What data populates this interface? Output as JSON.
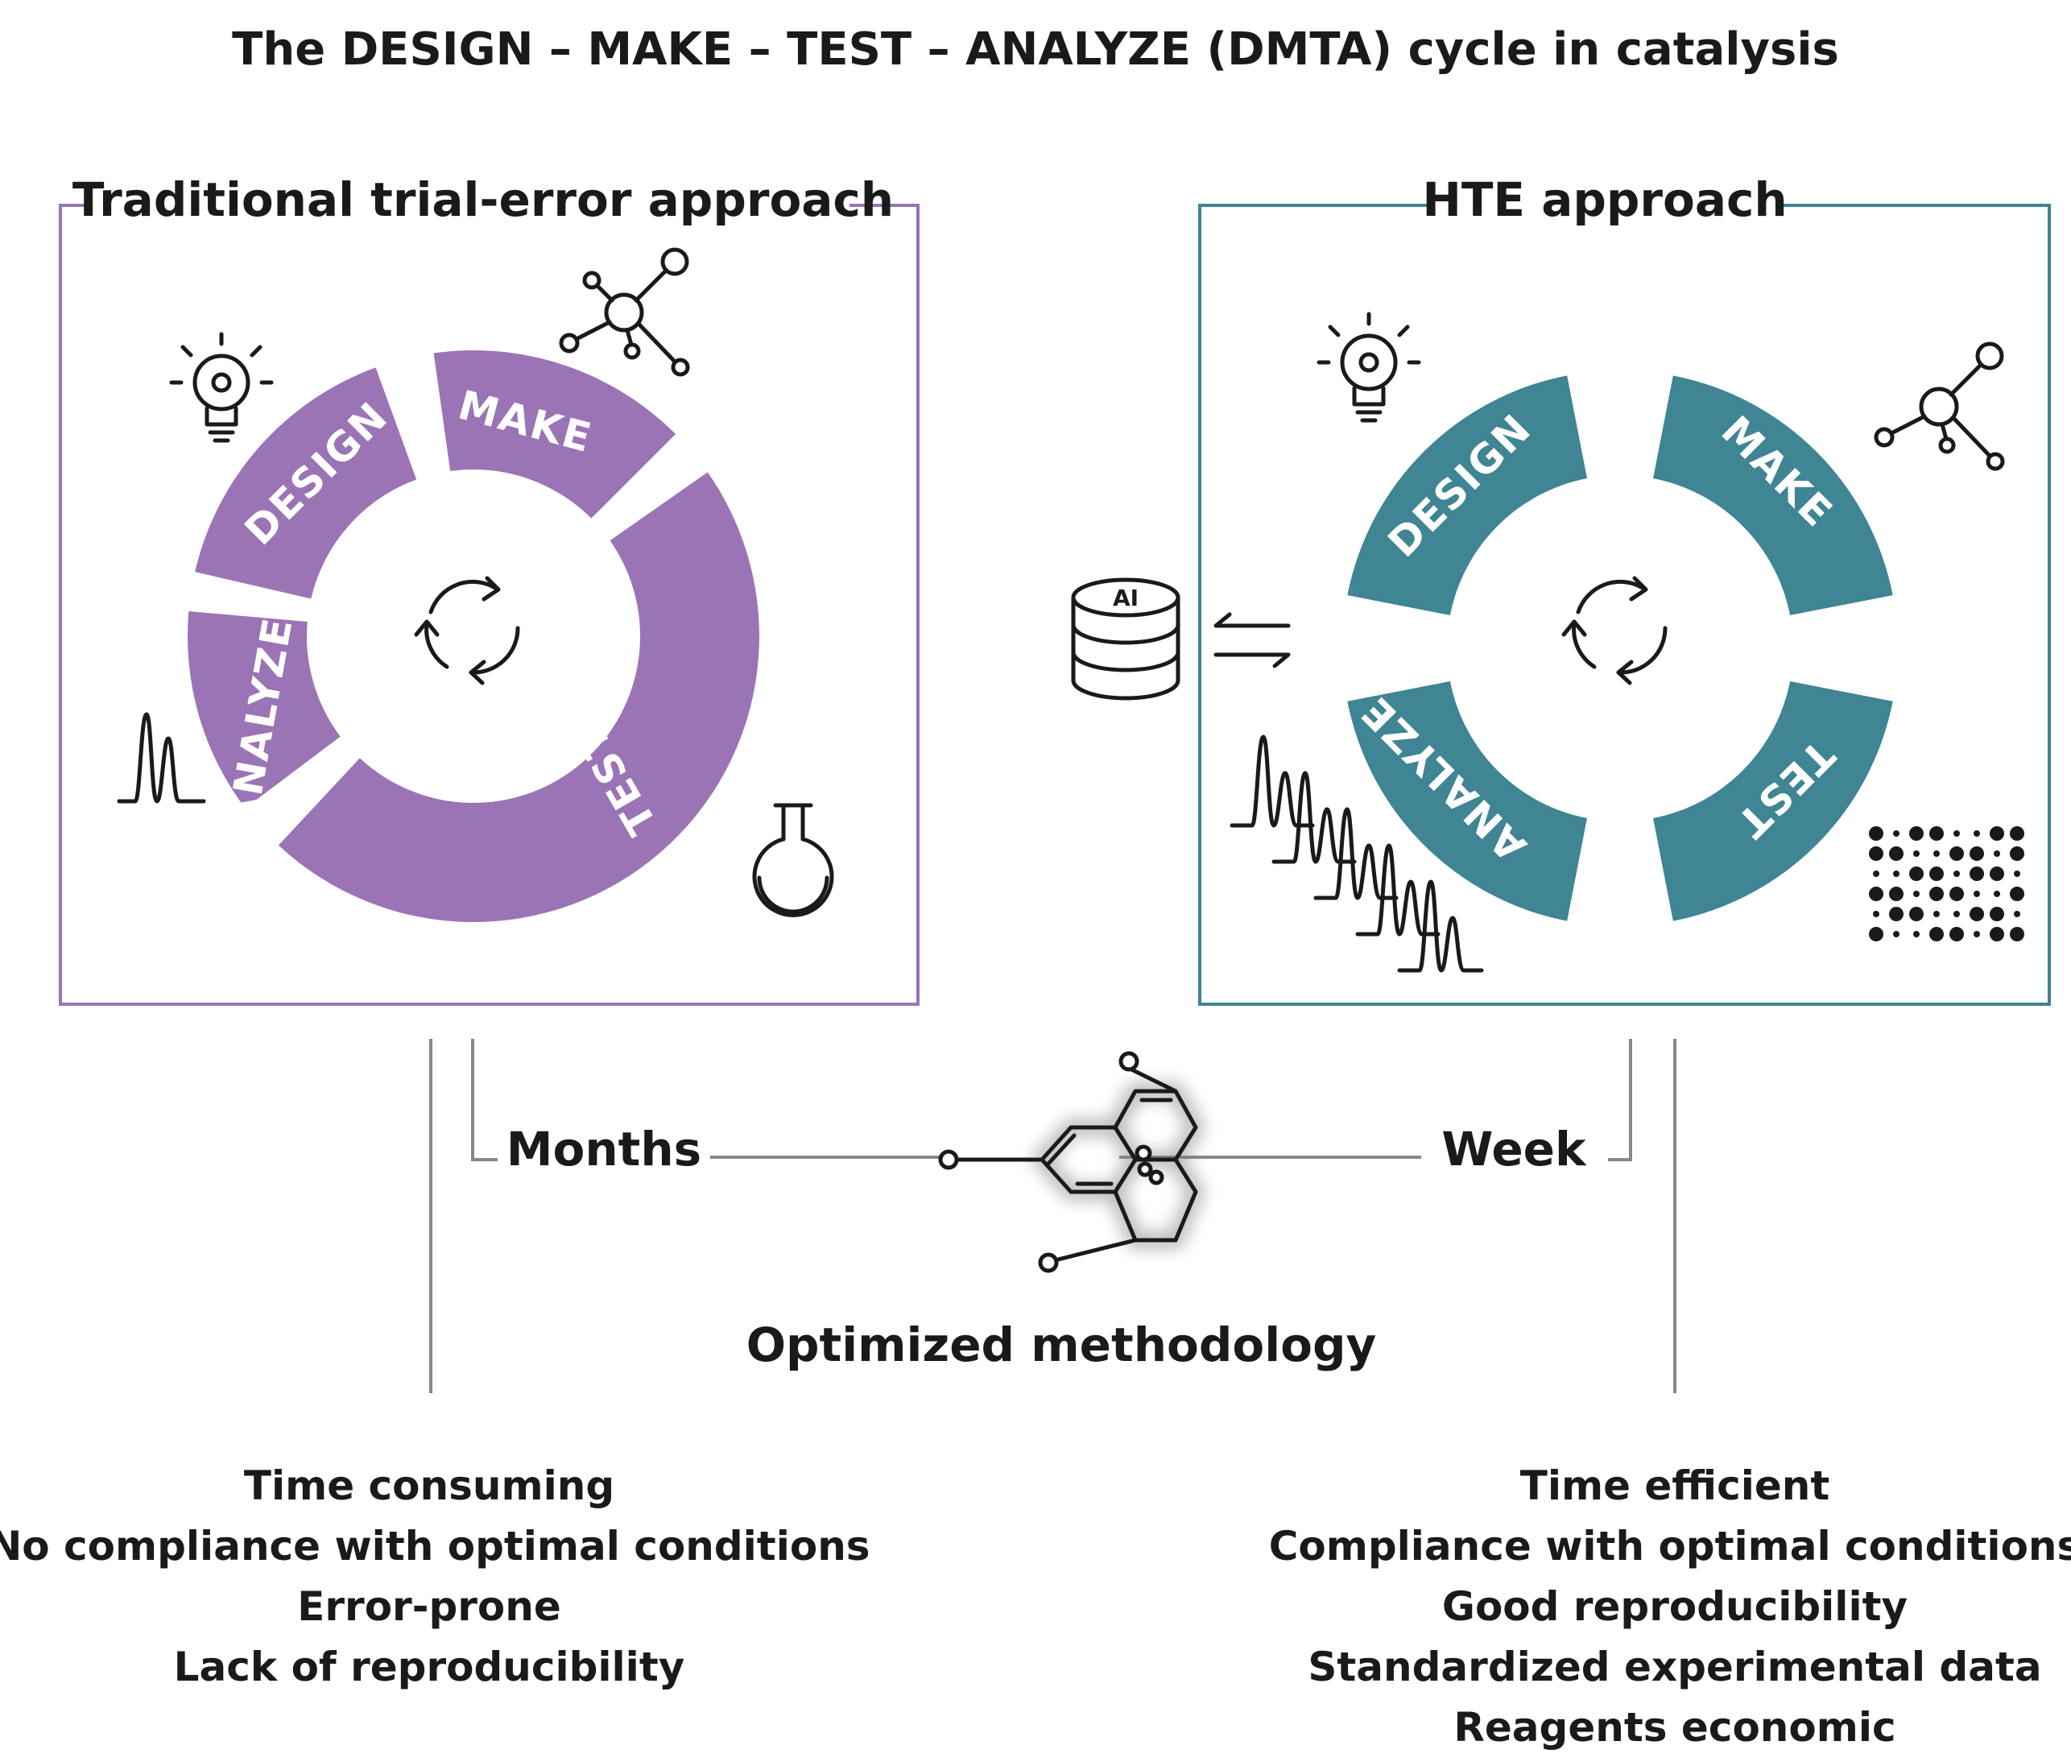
{
  "title": "The DESIGN – MAKE – TEST – ANALYZE (DMTA) cycle in catalysis",
  "colors": {
    "traditional": "#9b74b6",
    "hte": "#3f8593",
    "connector": "#888888",
    "text": "#1a1a1a"
  },
  "traditional": {
    "title": "Traditional trial-error approach",
    "segments": {
      "design": "DESIGN",
      "make": "MAKE",
      "test": "TEST",
      "analyze": "ANALYZE"
    },
    "icons": [
      "lightbulb-icon",
      "molecule-icon",
      "cycle-arrows-icon",
      "spectrum-peaks-icon",
      "flask-icon"
    ],
    "time_label": "Months",
    "features": [
      "Time consuming",
      "No compliance with optimal conditions",
      "Error-prone",
      "Lack of reproducibility"
    ]
  },
  "hte": {
    "title": "HTE approach",
    "segments": {
      "design": "DESIGN",
      "make": "MAKE",
      "test": "TEST",
      "analyze": "ANALYZE"
    },
    "icons": [
      "lightbulb-icon",
      "molecule-icon",
      "cycle-arrows-icon",
      "stacked-spectra-icon",
      "well-plate-icon",
      "ai-database-icon",
      "exchange-arrows-icon"
    ],
    "ai_label": "AI",
    "time_label": "Week",
    "features": [
      "Time efficient",
      "Compliance with optimal conditions",
      "Good reproducibility",
      "Standardized experimental data",
      "Reagents economic"
    ]
  },
  "center": {
    "label": "Optimized methodology",
    "icon": "molecule-structure-icon"
  }
}
